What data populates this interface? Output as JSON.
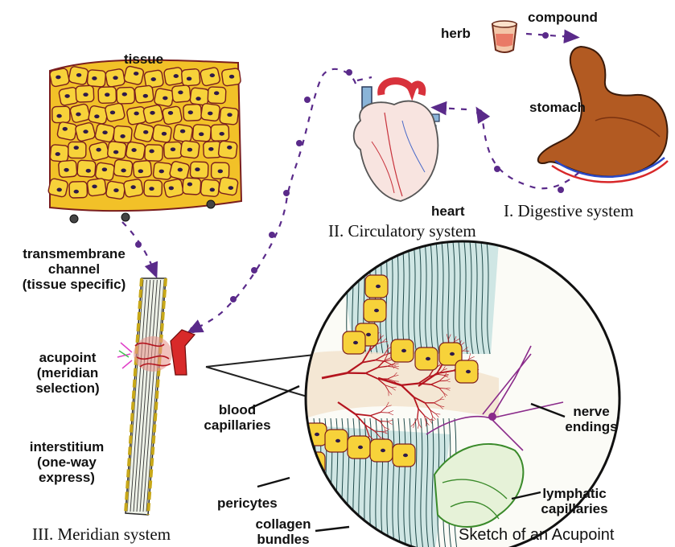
{
  "colors": {
    "cell_fill": "#f7d23a",
    "cell_edge": "#7a1e1e",
    "nucleus": "#2e1a4a",
    "dot_path": "#5a2a8a",
    "heart_red": "#c8323c",
    "stomach": "#b25a22",
    "collagen": "#1f4a4a",
    "blood_cap": "#b4141e",
    "nerve": "#8a2a8a",
    "lymph": "#3a8a2a"
  },
  "labels": {
    "herb": "herb",
    "compound": "compound",
    "tissue": "tissue",
    "stomach": "stomach",
    "heart": "heart",
    "transmembrane": [
      "transmembrane",
      "channel",
      "(tissue specific)"
    ],
    "acupoint": [
      "acupoint",
      "(meridian",
      "selection)"
    ],
    "interstitium": [
      "interstitium",
      "(one-way",
      "express)"
    ],
    "blood_capillaries": [
      "blood",
      "capillaries"
    ],
    "nerve_endings": [
      "nerve",
      "endings"
    ],
    "lymphatic_capillaries": [
      "lymphatic",
      "capillaries"
    ],
    "pericytes": "pericytes",
    "collagen_bundles": [
      "collagen",
      "bundles"
    ]
  },
  "systems": {
    "digestive": "I. Digestive system",
    "circulatory": "II. Circulatory system",
    "meridian": "III. Meridian system"
  },
  "sketch_title": "Sketch of an Acupoint"
}
